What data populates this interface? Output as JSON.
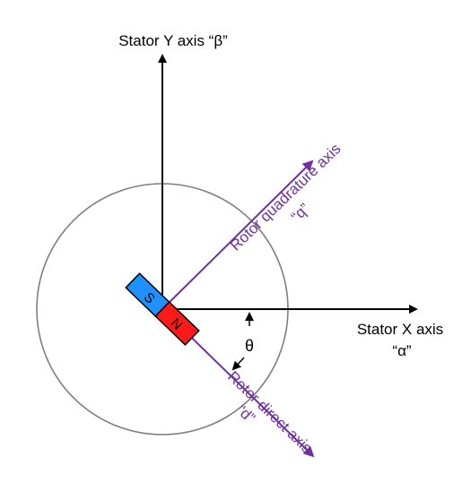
{
  "labels": {
    "y_axis": "Stator Y axis “β”",
    "x_axis_line1": "Stator X axis",
    "x_axis_line2": "“α”",
    "q_axis_line1": "Rotor quadrature axis",
    "q_axis_line2": "“q”",
    "d_axis_line1": "Rotor direct axis",
    "d_axis_line2": "“d”",
    "angle": "θ",
    "magnet_south": "S",
    "magnet_north": "N"
  },
  "colors": {
    "stator_axis": "#000000",
    "rotor_axis": "#7030a0",
    "circle": "#7f7f7f",
    "magnet_south": "#1e90ff",
    "magnet_north": "#ff1a1a"
  }
}
